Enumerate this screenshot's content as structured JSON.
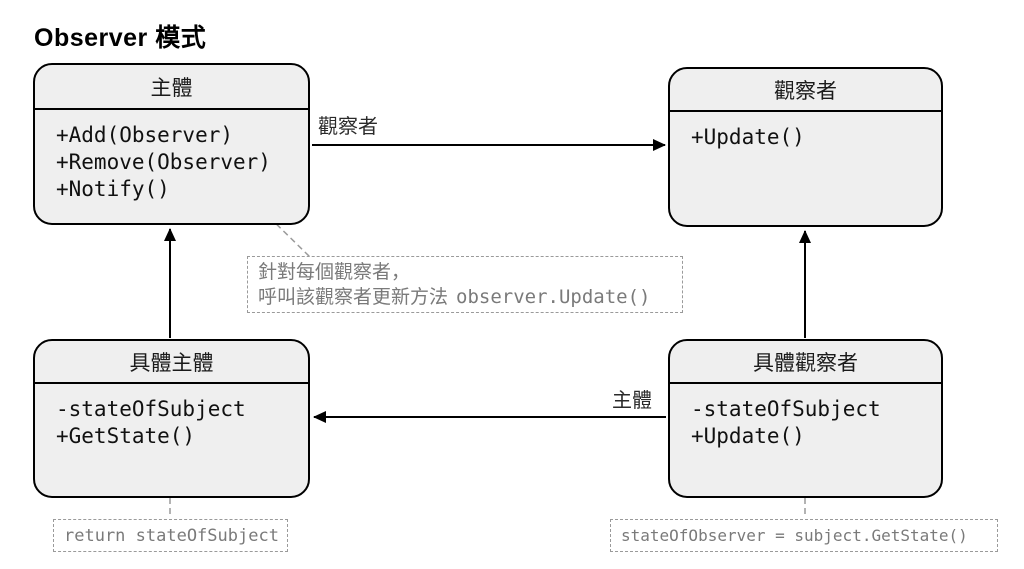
{
  "title": "Observer 模式",
  "classes": [
    {
      "title": "主體",
      "members": [
        "+Add(Observer)",
        "+Remove(Observer)",
        "+Notify()"
      ]
    },
    {
      "title": "觀察者",
      "members": [
        "+Update()"
      ]
    },
    {
      "title": "具體主體",
      "members": [
        "-stateOfSubject",
        "+GetState()"
      ]
    },
    {
      "title": "具體觀察者",
      "members": [
        "-stateOfSubject",
        "+Update()"
      ]
    }
  ],
  "edge_labels": {
    "subject_to_observer": "觀察者",
    "concrete_observer_to_concrete_subject": "主體"
  },
  "notes": {
    "notify": {
      "line1": "針對每個觀察者，",
      "line2_text": "呼叫該觀察者更新方法",
      "line2_code": "observer.Update()"
    },
    "get_state": {
      "code": "return stateOfSubject"
    },
    "update": {
      "code": "stateOfObserver = subject.GetState()"
    }
  },
  "colors": {
    "box_fill": "#efefef",
    "box_border": "#000000",
    "arrow": "#000000",
    "note_border": "#9a9a9a",
    "note_text": "#7a7a7a"
  }
}
